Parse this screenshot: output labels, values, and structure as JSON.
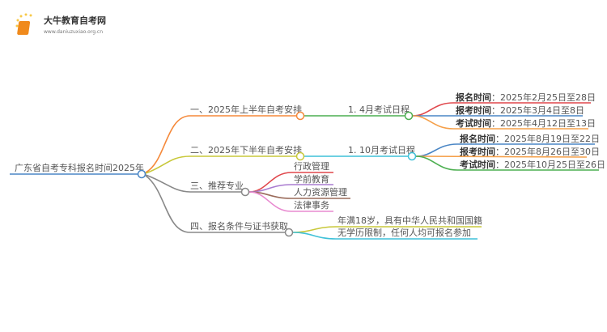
{
  "logo": {
    "name": "大牛教育自考网",
    "url": "www.daniuzuxiao.org.cn"
  },
  "root": "广东省自考专科报名时间2025年",
  "branches": [
    {
      "label": "一、2025年上半年自考安排",
      "child": "1. 4月考试日程",
      "leaves": [
        {
          "k": "报名时间",
          "v": "2025年2月25日至28日"
        },
        {
          "k": "报考时间",
          "v": "2025年3月4日至8日"
        },
        {
          "k": "考试时间",
          "v": "2025年4月12日至13日"
        }
      ]
    },
    {
      "label": "二、2025年下半年自考安排",
      "child": "1. 10月考试日程",
      "leaves": [
        {
          "k": "报名时间",
          "v": "2025年8月19日至22日"
        },
        {
          "k": "报考时间",
          "v": "2025年8月26日至30日"
        },
        {
          "k": "考试时间",
          "v": "2025年10月25日至26日"
        }
      ]
    },
    {
      "label": "三、推荐专业",
      "leaves": [
        "行政管理",
        "学前教育",
        "人力资源管理",
        "法律事务"
      ]
    },
    {
      "label": "四、报名条件与证书获取",
      "leaves": [
        "年满18岁，具有中华人民共和国国籍",
        "无学历限制，任何人均可报名参加"
      ]
    }
  ],
  "sep": "："
}
